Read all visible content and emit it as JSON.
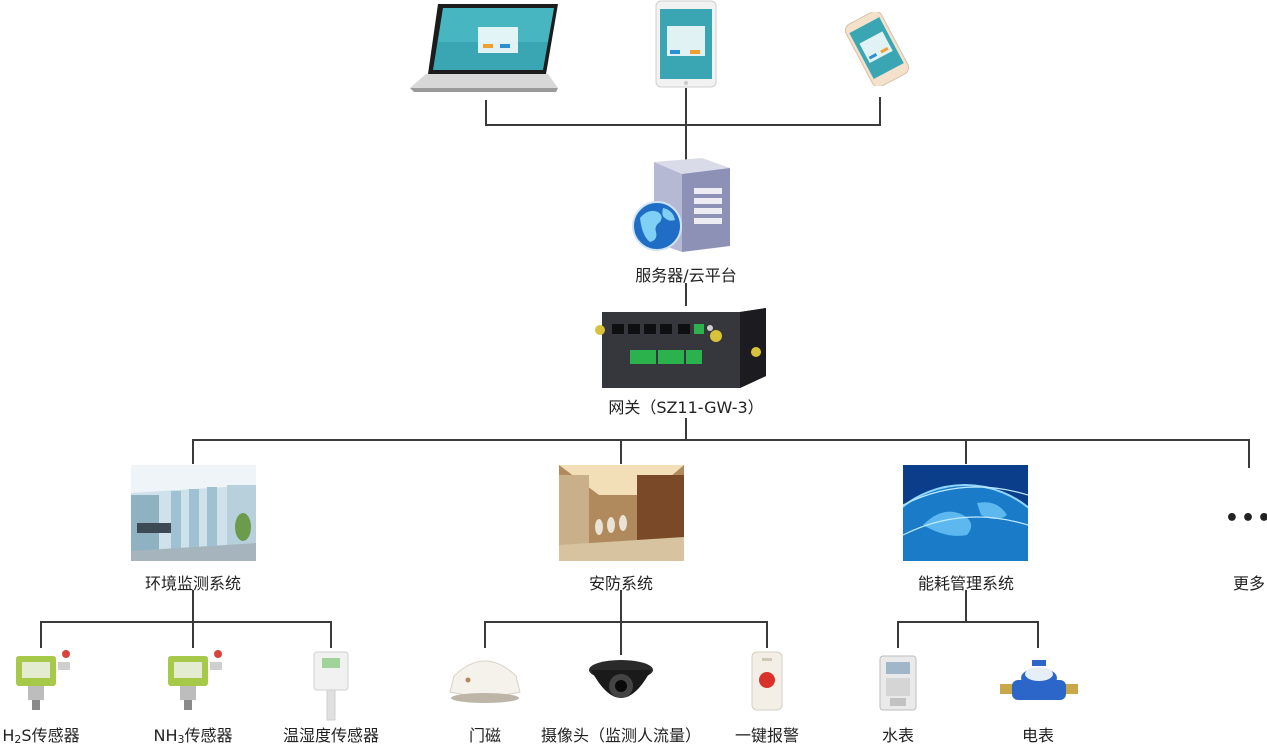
{
  "top": {
    "devices": [
      {
        "name": "laptop"
      },
      {
        "name": "tablet"
      },
      {
        "name": "phone"
      }
    ]
  },
  "server": {
    "label": "服务器/云平台"
  },
  "gateway": {
    "label": "网关（SZ11-GW-3）"
  },
  "systems": [
    {
      "label": "环境监测系统"
    },
    {
      "label": "安防系统"
    },
    {
      "label": "能耗管理系统"
    },
    {
      "label": "更多",
      "glyph": "•••"
    }
  ],
  "env_devices": [
    {
      "prefix": "H",
      "sub": "2",
      "suffix": "S传感器"
    },
    {
      "prefix": "NH",
      "sub": "3",
      "suffix": "传感器"
    },
    {
      "prefix": "温湿度传感器",
      "sub": "",
      "suffix": ""
    }
  ],
  "security_devices": [
    {
      "label": "门磁"
    },
    {
      "label": "摄像头（监测人流量）"
    },
    {
      "label": "一键报警"
    }
  ],
  "energy_devices": [
    {
      "label": "水表"
    },
    {
      "label": "电表"
    }
  ],
  "colors": {
    "line": "#3a3a3a",
    "accent_blue": "#1a7cc8"
  }
}
